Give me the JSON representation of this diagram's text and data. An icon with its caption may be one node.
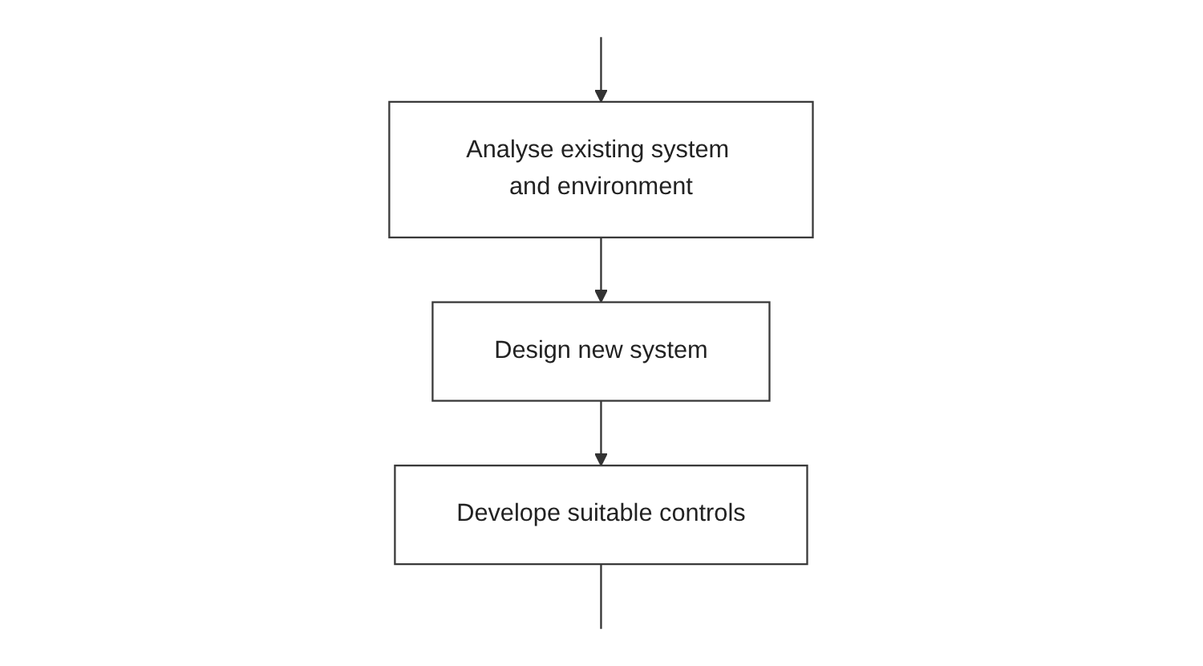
{
  "diagram": {
    "nodes": [
      {
        "text": [
          "Analyse existing system and environment"
        ]
      },
      {
        "text": [
          "Design new system"
        ]
      },
      {
        "text": [
          "Develope suitable controls"
        ]
      }
    ],
    "edges": [
      {
        "from": null,
        "to": 0,
        "arrow": "to"
      },
      {
        "from": 0,
        "to": 1,
        "arrow": "to"
      },
      {
        "from": 1,
        "to": 2,
        "arrow": "to"
      },
      {
        "from": 2,
        "to": null,
        "arrow": "none"
      }
    ]
  }
}
